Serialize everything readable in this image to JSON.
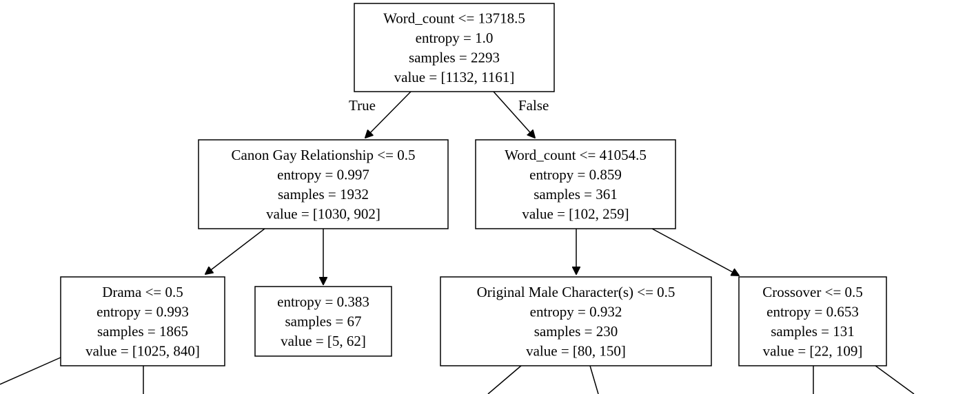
{
  "diagram": {
    "nodes": [
      {
        "id": "n0",
        "lines": [
          "Word_count <= 13718.5",
          "entropy = 1.0",
          "samples = 2293",
          "value = [1132, 1161]"
        ]
      },
      {
        "id": "n1",
        "lines": [
          "Canon Gay Relationship <= 0.5",
          "entropy = 0.997",
          "samples = 1932",
          "value = [1030, 902]"
        ]
      },
      {
        "id": "n2",
        "lines": [
          "Word_count <= 41054.5",
          "entropy = 0.859",
          "samples = 361",
          "value = [102, 259]"
        ]
      },
      {
        "id": "n3",
        "lines": [
          "Drama <= 0.5",
          "entropy = 0.993",
          "samples = 1865",
          "value = [1025, 840]"
        ]
      },
      {
        "id": "n4",
        "lines": [
          "entropy = 0.383",
          "samples = 67",
          "value = [5, 62]"
        ]
      },
      {
        "id": "n5",
        "lines": [
          "Original Male Character(s) <= 0.5",
          "entropy = 0.932",
          "samples = 230",
          "value = [80, 150]"
        ]
      },
      {
        "id": "n6",
        "lines": [
          "Crossover <= 0.5",
          "entropy = 0.653",
          "samples = 131",
          "value = [22, 109]"
        ]
      }
    ],
    "edge_labels": {
      "left": "True",
      "right": "False"
    }
  }
}
